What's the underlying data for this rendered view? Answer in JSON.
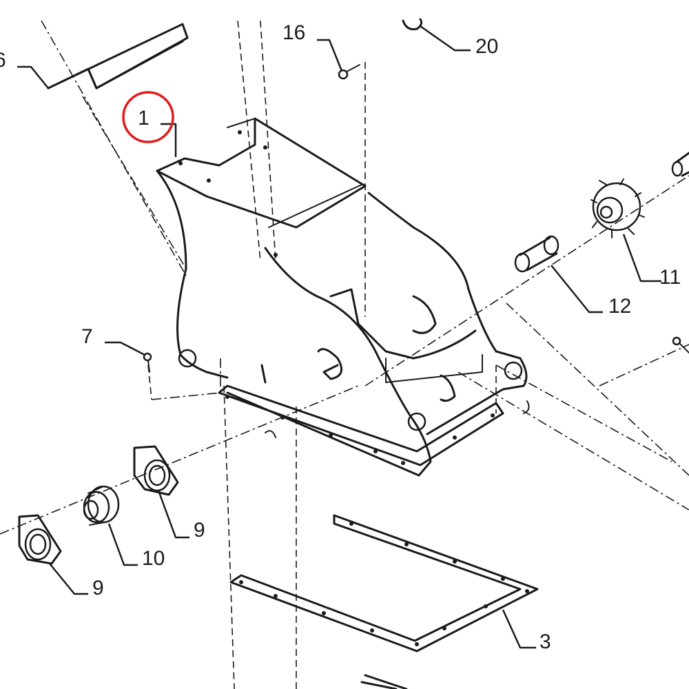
{
  "diagram": {
    "highlight_color": "#e31b1b",
    "line_color": "#1a1a1a",
    "background": "#ffffff",
    "highlighted_callout": "1",
    "callouts": {
      "c1": "1",
      "c3": "3",
      "c6": "6",
      "c7": "7",
      "c9a": "9",
      "c9b": "9",
      "c10": "10",
      "c11": "11",
      "c12": "12",
      "c16": "16",
      "c20": "20"
    },
    "parts": [
      {
        "callout": "1",
        "icon": "main-frame-housing"
      },
      {
        "callout": "3",
        "icon": "gasket-plate"
      },
      {
        "callout": "6",
        "icon": "angle-bracket"
      },
      {
        "callout": "7",
        "icon": "bolt"
      },
      {
        "callout": "9",
        "icon": "flange-bearing"
      },
      {
        "callout": "10",
        "icon": "pulley"
      },
      {
        "callout": "11",
        "icon": "sprocket"
      },
      {
        "callout": "12",
        "icon": "bushing"
      },
      {
        "callout": "16",
        "icon": "bolt"
      },
      {
        "callout": "20",
        "icon": "clip"
      }
    ]
  }
}
